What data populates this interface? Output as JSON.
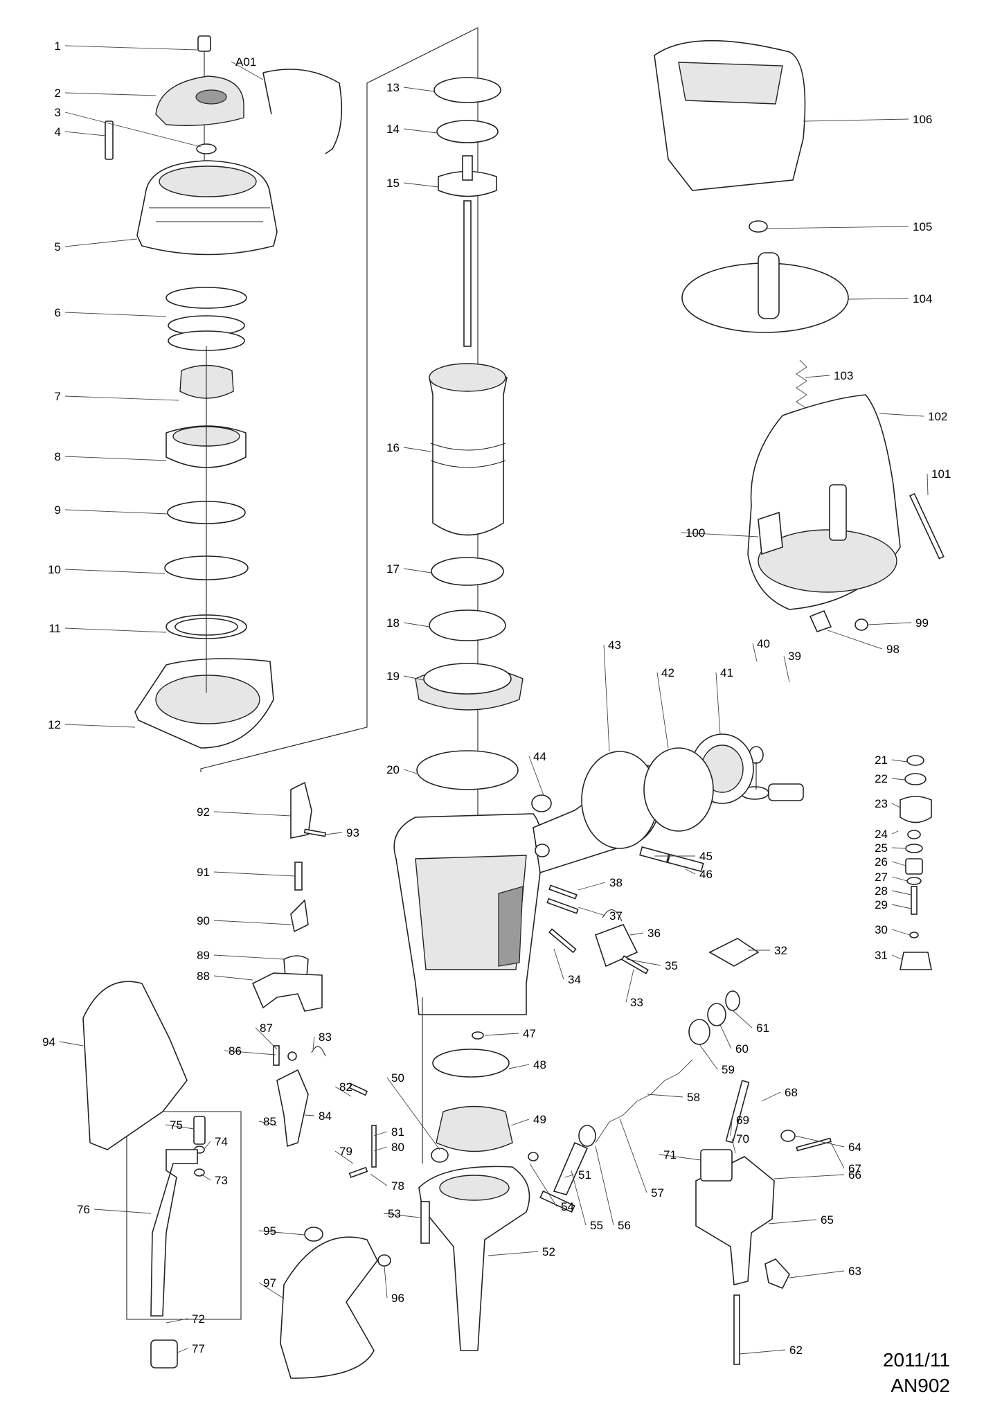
{
  "footer": {
    "date": "2011/11",
    "model": "AN902"
  },
  "labels": [
    "1",
    "2",
    "3",
    "4",
    "5",
    "6",
    "7",
    "8",
    "9",
    "10",
    "11",
    "12",
    "13",
    "14",
    "15",
    "16",
    "17",
    "18",
    "19",
    "20",
    "21",
    "22",
    "23",
    "24",
    "25",
    "26",
    "27",
    "28",
    "29",
    "30",
    "31",
    "32",
    "33",
    "34",
    "35",
    "36",
    "37",
    "38",
    "39",
    "40",
    "41",
    "42",
    "43",
    "44",
    "45",
    "46",
    "47",
    "48",
    "49",
    "50",
    "51",
    "52",
    "53",
    "54",
    "55",
    "56",
    "57",
    "58",
    "59",
    "60",
    "61",
    "62",
    "63",
    "64",
    "65",
    "66",
    "67",
    "68",
    "69",
    "70",
    "71",
    "72",
    "73",
    "74",
    "75",
    "76",
    "77",
    "78",
    "79",
    "80",
    "81",
    "82",
    "83",
    "84",
    "85",
    "86",
    "87",
    "88",
    "89",
    "90",
    "91",
    "92",
    "93",
    "94",
    "95",
    "96",
    "97",
    "98",
    "99",
    "100",
    "101",
    "102",
    "103",
    "104",
    "105",
    "106",
    "A01"
  ]
}
